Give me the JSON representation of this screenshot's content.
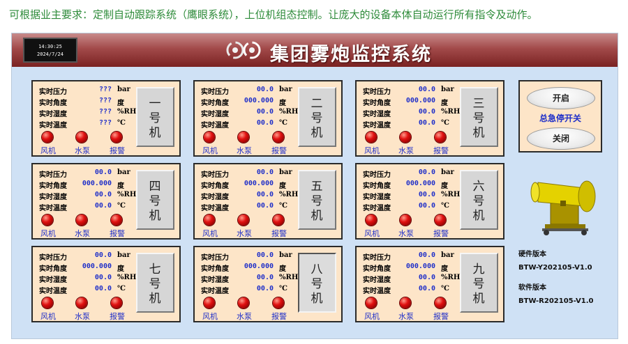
{
  "caption": "可根据业主要求：定制自动跟踪系统（鹰眼系统），上位机组态控制。让庞大的设备本体自动运行所有指令及动作。",
  "header": {
    "clock_time": "14:30:25",
    "clock_date": "2024/7/24",
    "title": "集团雾炮监控系统",
    "logo_icon": "swirl-logo"
  },
  "row_labels": [
    "实时压力",
    "实时角度",
    "实时湿度",
    "实时温度"
  ],
  "lamp_labels": [
    "风机",
    "水泵",
    "报警"
  ],
  "colors": {
    "lamp_on": "#e01010",
    "value_text": "#1f2fc9",
    "panel_bg": "#fde5c8"
  },
  "machines": [
    {
      "name": "一号机",
      "values": [
        "???",
        "???",
        "???",
        "???"
      ],
      "units": [
        "bar",
        "度",
        "%RH",
        "℃"
      ]
    },
    {
      "name": "二号机",
      "values": [
        "00.0",
        "000.000",
        "00.0",
        "00.0"
      ],
      "units": [
        "bar",
        "度",
        "%RH",
        "℃"
      ]
    },
    {
      "name": "三号机",
      "values": [
        "00.0",
        "000.000",
        "00.0",
        "00.0"
      ],
      "units": [
        "bar",
        "度",
        "%RH",
        "℃"
      ]
    },
    {
      "name": "四号机",
      "values": [
        "00.0",
        "000.000",
        "00.0",
        "00.0"
      ],
      "units": [
        "bar",
        "度",
        "%RH",
        "℃"
      ]
    },
    {
      "name": "五号机",
      "values": [
        "00.0",
        "000.000",
        "00.0",
        "00.0"
      ],
      "units": [
        "bar",
        "度",
        "%RH",
        "℃"
      ]
    },
    {
      "name": "六号机",
      "values": [
        "00.0",
        "000.000",
        "00.0",
        "00.0"
      ],
      "units": [
        "bar",
        "度",
        "%RH",
        "℃"
      ]
    },
    {
      "name": "七号机",
      "values": [
        "00.0",
        "000.000",
        "00.0",
        "00.0"
      ],
      "units": [
        "bar",
        "度",
        "%RH",
        "℃"
      ]
    },
    {
      "name": "八号机",
      "values": [
        "00.0",
        "000.000",
        "00.0",
        "00.0"
      ],
      "units": [
        "bar",
        "度",
        "%RH",
        "℃"
      ]
    },
    {
      "name": "九号机",
      "values": [
        "00.0",
        "000.000",
        "00.0",
        "00.0"
      ],
      "units": [
        "bar",
        "度",
        "%RH",
        "℃"
      ]
    }
  ],
  "control": {
    "start_label": "开启",
    "estop_label": "总急停开关",
    "stop_label": "关闭"
  },
  "version": {
    "hw_title": "硬件版本",
    "hw_value": "BTW-Y202105-V1.0",
    "sw_title": "软件版本",
    "sw_value": "BTW-R202105-V1.0"
  }
}
